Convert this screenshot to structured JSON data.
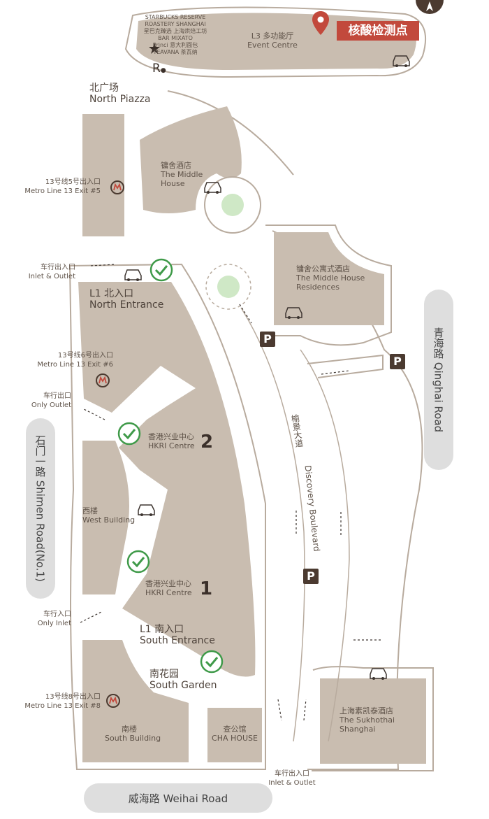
{
  "pin": {
    "label": "核酸检测点"
  },
  "labels": {
    "starbucks_1": "STARBUCKS RESERVE",
    "starbucks_2": "ROASTERY SHANGHAI",
    "starbucks_3": "星巴克臻选 上海烘焙工坊",
    "starbucks_4": "BAR MIXATO",
    "starbucks_5": "Princi 意大利面包",
    "starbucks_6": "TEAVANA 茶瓦纳",
    "l3_cn": "L3 多功能厅",
    "l3_en": "Event Centre",
    "north_plaza_cn": "北广场",
    "north_plaza_en": "North Piazza",
    "middle_house_cn": "镛舍酒店",
    "middle_house_en_1": "The Middle",
    "middle_house_en_2": "House",
    "residence_cn": "镛舍公寓式酒店",
    "residence_en_1": "The Middle House",
    "residence_en_2": "Residences",
    "metro5_cn": "13号线5号出入口",
    "metro5_en": "Metro Line 13 Exit #5",
    "inlet_outlet_n_cn": "车行出入口",
    "inlet_outlet_n_en": "Inlet & Outlet",
    "north_entrance_cn": "L1 北入口",
    "north_entrance_en": "North Entrance",
    "metro6_cn": "13号线6号出入口",
    "metro6_en": "Metro Line 13 Exit #6",
    "only_outlet_cn": "车行出口",
    "only_outlet_en": "Only Outlet",
    "hkri2_cn": "香港兴业中心",
    "hkri2_en": "HKRI Centre",
    "hkri2_num": "2",
    "west_building_cn": "西楼",
    "west_building_en": "West Building",
    "hkri1_cn": "香港兴业中心",
    "hkri1_en": "HKRI Centre",
    "hkri1_num": "1",
    "only_inlet_cn": "车行入口",
    "only_inlet_en": "Only Inlet",
    "south_entrance_cn": "L1 南入口",
    "south_entrance_en": "South Entrance",
    "south_garden_cn": "南花园",
    "south_garden_en": "South Garden",
    "metro8_cn": "13号线8号出入口",
    "metro8_en": "Metro Line 13 Exit #8",
    "south_building_cn": "南楼",
    "south_building_en": "South Building",
    "cha_cn": "查公馆",
    "cha_en": "CHA HOUSE",
    "sukhothai_cn": "上海素凯泰酒店",
    "sukhothai_en_1": "The Sukhothai",
    "sukhothai_en_2": "Shanghai",
    "inlet_outlet_s_cn": "车行出入口",
    "inlet_outlet_s_en": "Inlet & Outlet",
    "boulevard_cn": "榆景大道",
    "boulevard_en": "Discovery Boulevard",
    "parking": "P"
  },
  "roads": {
    "qinghai": "青海路 Qinghai Road",
    "shimen": "石门一路 Shimen Road(No.1)",
    "weihai": "威海路 Weihai Road"
  },
  "colors": {
    "building": "#c9bdb0",
    "outline": "#a99a8c",
    "pin": "#c2493c",
    "check": "#3f9a49",
    "parking": "#4b3a30",
    "green": "#cfe8c6"
  }
}
